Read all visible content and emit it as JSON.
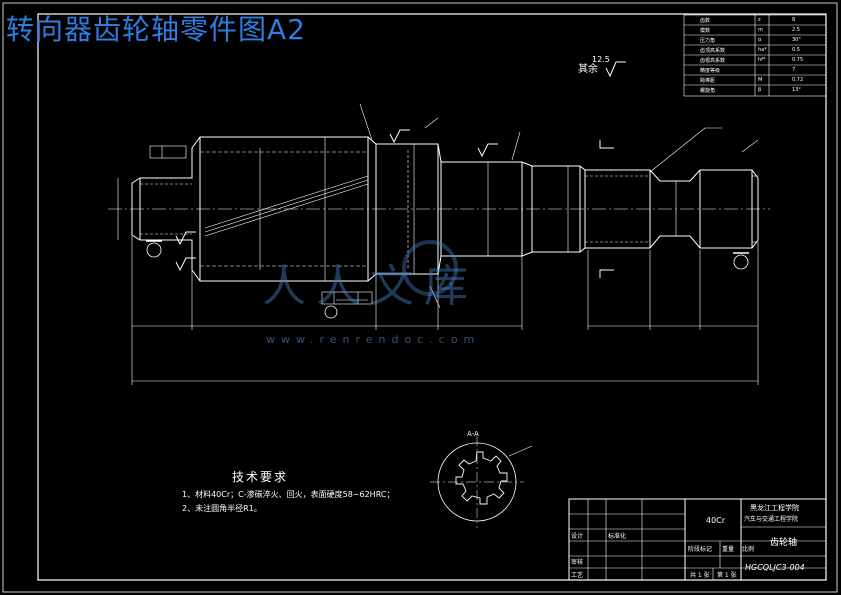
{
  "document": {
    "title": "转向器齿轮轴零件图A2",
    "watermark": "人人文库",
    "watermark_url": "www.renrendoc.com"
  },
  "surface_note": {
    "label": "其余",
    "roughness": "12.5"
  },
  "tech_requirements": {
    "title": "技术要求",
    "lines": [
      "1、材料40Cr；C-渗碳淬火、回火，表面硬度58~62HRC；",
      "2、未注圆角半径R1。"
    ]
  },
  "section": {
    "label": "A-A"
  },
  "title_block": {
    "school": "黑龙江工程学院",
    "department": "汽车与交通工程学院",
    "material": "40Cr",
    "part_name": "齿轮轴",
    "drawing_no": "HGCQLJC3-004",
    "sheet_total": "共 1 张",
    "sheet_no": "第 1 张",
    "rows": {
      "designed": "设计",
      "checked": "审核",
      "process": "工艺",
      "standardized": "标准化",
      "stage_mark": "阶段标记",
      "weight": "重量",
      "scale": "比例"
    }
  },
  "param_table": [
    {
      "name": "齿数",
      "symbol": "z",
      "value": "8"
    },
    {
      "name": "模数",
      "symbol": "m",
      "value": "2.5"
    },
    {
      "name": "压力角",
      "symbol": "α",
      "value": "30°"
    },
    {
      "name": "齿顶高系数",
      "symbol": "ha*",
      "value": "0.5"
    },
    {
      "name": "齿根高系数",
      "symbol": "hf*",
      "value": "0.75"
    },
    {
      "name": "精度等级",
      "symbol": "",
      "value": "7"
    },
    {
      "name": "跨棒距",
      "symbol": "M",
      "value": "0.72"
    },
    {
      "name": "螺旋角",
      "symbol": "β",
      "value": "13°"
    }
  ]
}
